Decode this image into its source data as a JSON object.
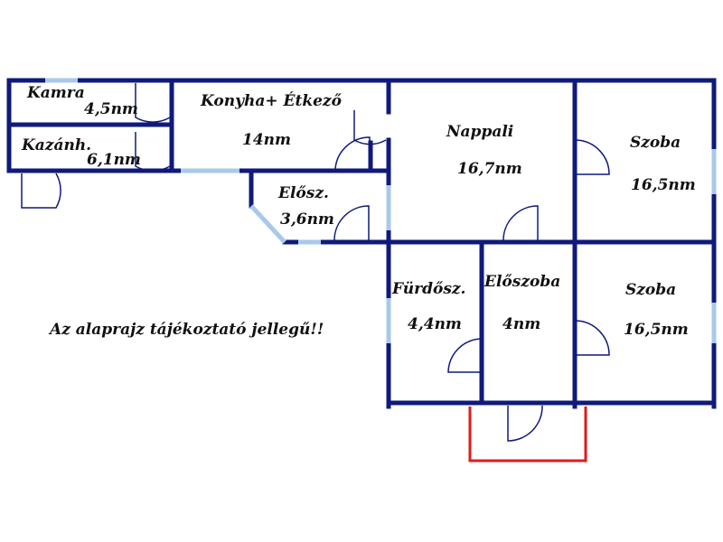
{
  "rooms": {
    "kamra": {
      "name": "Kamra",
      "area": "4,5nm"
    },
    "kazan": {
      "name": "Kazánh.",
      "area": "6,1nm"
    },
    "konyha": {
      "name": "Konyha+ Étkező",
      "area": "14nm"
    },
    "elosz_small": {
      "name": "Elősz.",
      "area": "3,6nm"
    },
    "nappali": {
      "name": "Nappali",
      "area": "16,7nm"
    },
    "szoba_top": {
      "name": "Szoba",
      "area": "16,5nm"
    },
    "furdo": {
      "name": "Fürdősz.",
      "area": "4,4nm"
    },
    "eloszoba": {
      "name": "Előszoba",
      "area": "4nm"
    },
    "szoba_bottom": {
      "name": "Szoba",
      "area": "16,5nm"
    }
  },
  "note": "Az alaprajz tájékoztató jellegű!!",
  "colors": {
    "wall": "#0f1a7a",
    "window": "#a9c9ea",
    "porch": "#e01b1b"
  }
}
